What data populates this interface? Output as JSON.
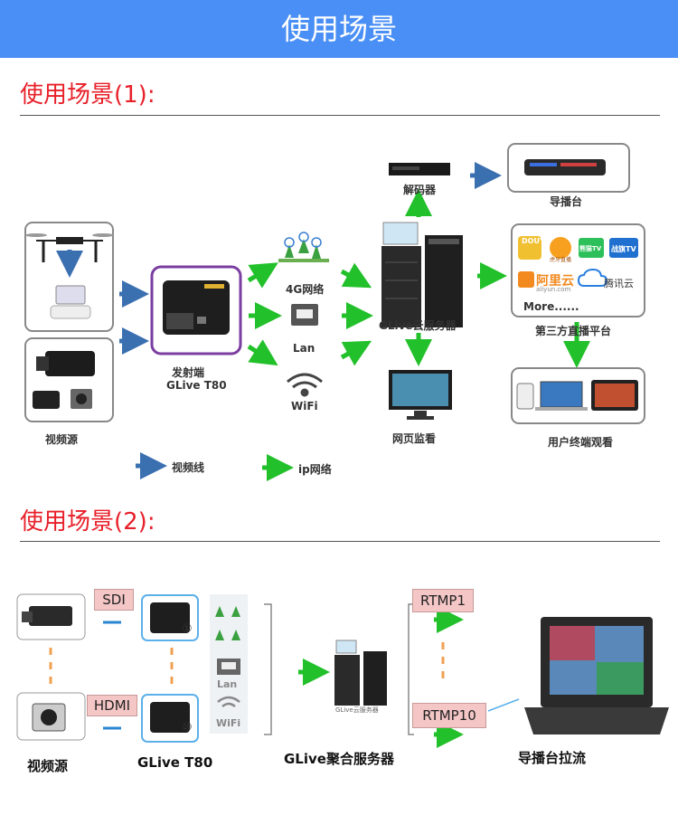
{
  "banner": {
    "title": "使用场景"
  },
  "scene1": {
    "title": "使用场景(1):",
    "video_source": "视频源",
    "encoder": {
      "line1": "发射端",
      "line2": "GLive T80"
    },
    "networks": {
      "g4": "4G网络",
      "lan": "Lan",
      "wifi": "WiFi",
      "lan_port": "Lan",
      "wifi_text": "WiFi"
    },
    "decoder": "解码器",
    "director": "导播台",
    "server": "GLive云服务器",
    "web_monitor": "网页监看",
    "platforms": {
      "title": "第三方直播平台",
      "douyu": "DOUYU",
      "yy": "虎牙直播",
      "panda": "熊猫TV",
      "zhanqi": "战旗TV",
      "aliyun": "阿里云",
      "aliyun_sub": "aliyun.com",
      "tencent": "腾讯云",
      "more": "More......"
    },
    "user_view": "用户终端观看",
    "legend": {
      "video_line": "视频线",
      "ip_network": "ip网络"
    }
  },
  "scene2": {
    "title": "使用场景(2):",
    "sdi": "SDI",
    "hdmi": "HDMI",
    "badge1": "①",
    "badge10": "⑩",
    "lan": "Lan",
    "wifi": "WiFi",
    "server_caption": "GLive云服务器",
    "rtmp1": "RTMP1",
    "rtmp10": "RTMP10",
    "labels": {
      "source": "视频源",
      "encoder": "GLive T80",
      "server": "GLive聚合服务器",
      "director": "导播台拉流"
    }
  },
  "colors": {
    "banner": "#4a8ff5",
    "title_red": "#e8202a",
    "video_arrow": "#3a6fb0",
    "ip_arrow": "#22c02a"
  }
}
